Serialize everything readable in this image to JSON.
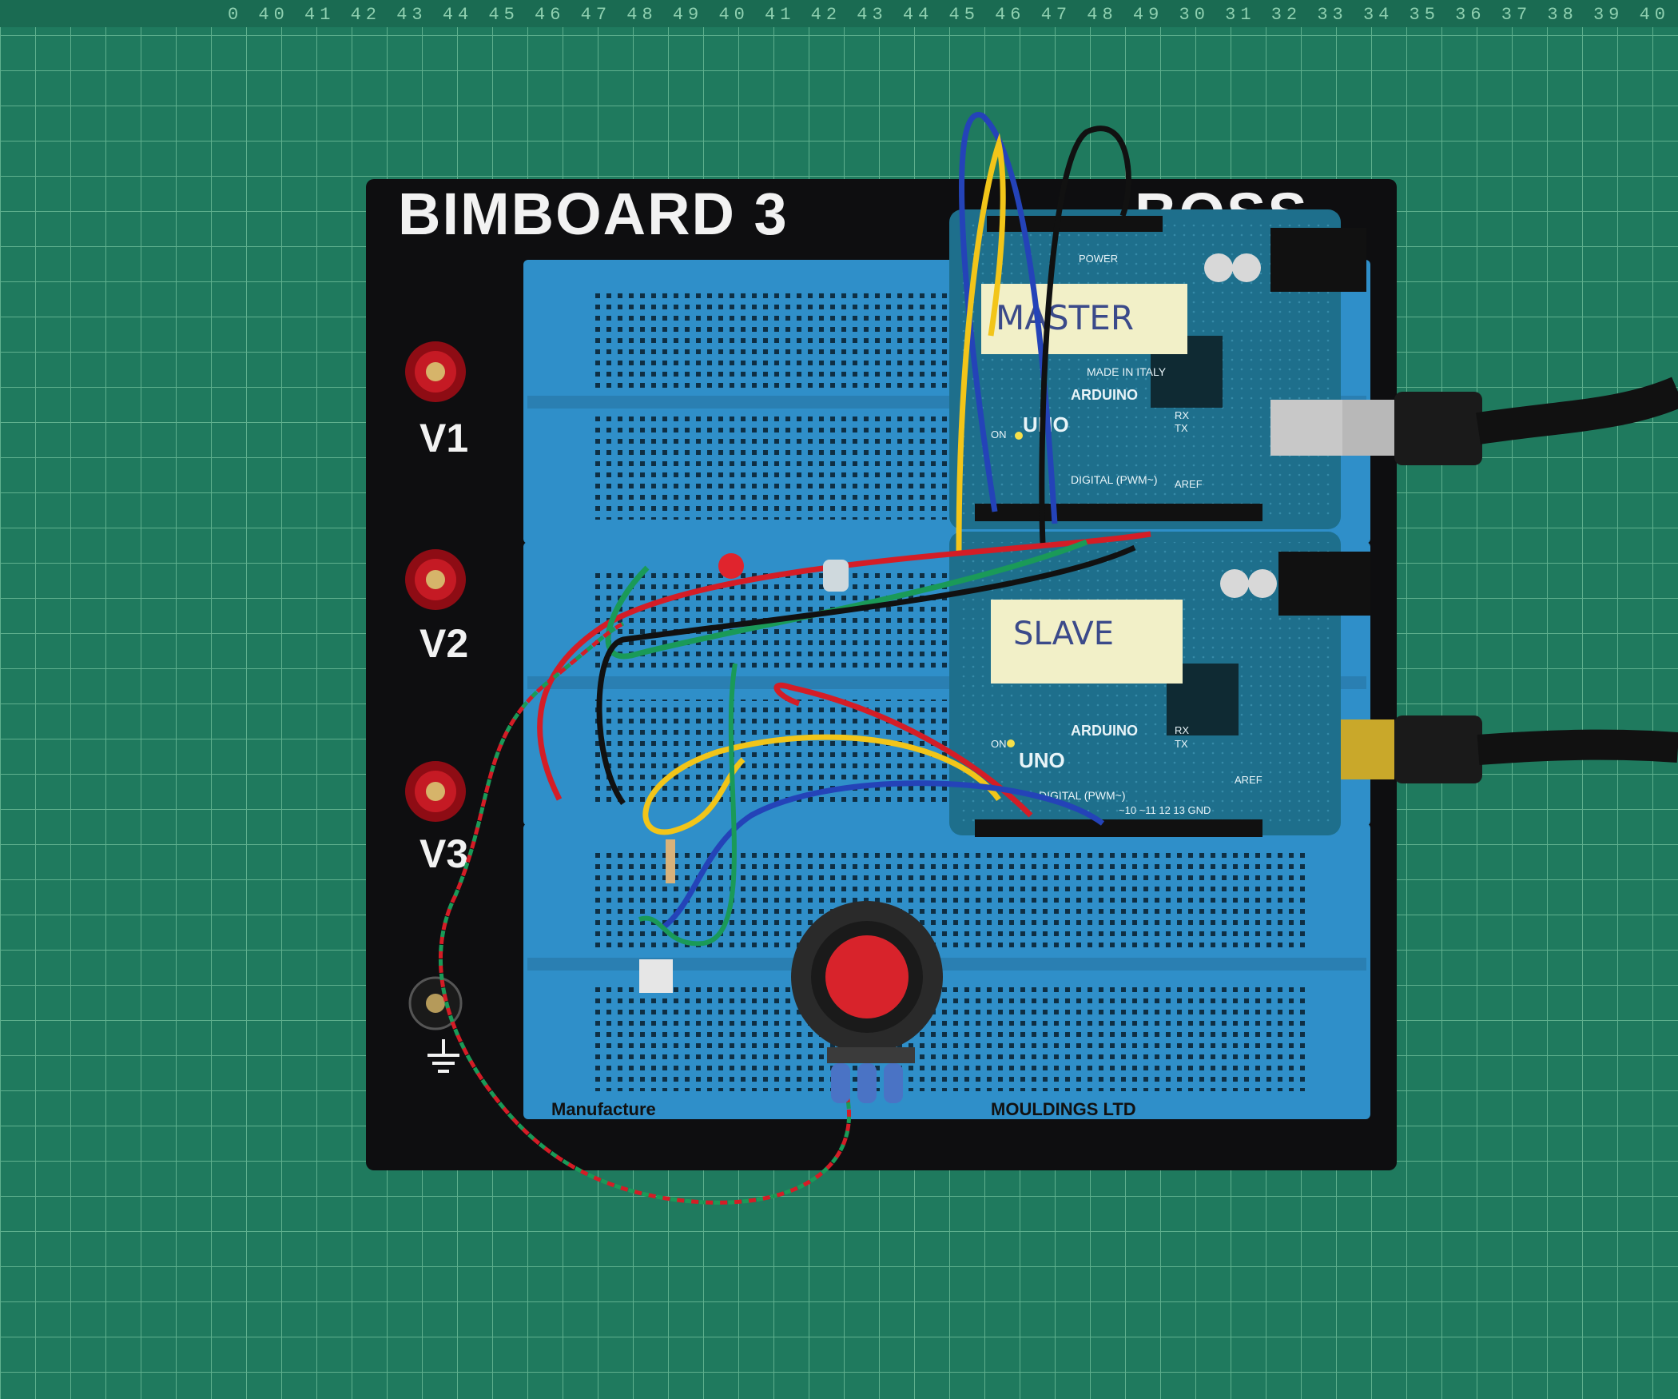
{
  "board": {
    "brand_left": "BIMBOARD 3",
    "brand_right": "BOSS",
    "terminals": [
      "V1",
      "V2",
      "V3"
    ],
    "footer_left": "Manufacture",
    "footer_right": "MOULDINGS LTD"
  },
  "ruler": {
    "numbers": "0 40 41 42 43 44 45 46 47 48 49 40 41 42 43 44 45 46 47 48 49 30 31 32 33 34 35 36 37 38 39 40"
  },
  "arduino_master": {
    "label": "MASTER",
    "brand": "ARDUINO",
    "model": "UNO",
    "made_in": "MADE IN ITALY",
    "digital": "DIGITAL (PWM~)",
    "power": "POWER",
    "on": "ON",
    "tx": "TX",
    "rx": "RX",
    "aref": "AREF"
  },
  "arduino_slave": {
    "label": "SLAVE",
    "brand": "ARDUINO",
    "model": "UNO",
    "digital": "DIGITAL (PWM~)",
    "on": "ON",
    "tx": "TX",
    "rx": "RX",
    "aref": "AREF",
    "pins": "~10 ~11 12 13 GND"
  },
  "colors": {
    "mat": "#1f7a5e",
    "grid": "#5fb08e",
    "board": "#0e0e10",
    "breadboard": "#2f8fc9",
    "pcb": "#1e6f8c",
    "wire_red": "#d41d26",
    "wire_green": "#1a9a58",
    "wire_yellow": "#f2c519",
    "wire_blue": "#2443b8",
    "wire_black": "#111111"
  }
}
